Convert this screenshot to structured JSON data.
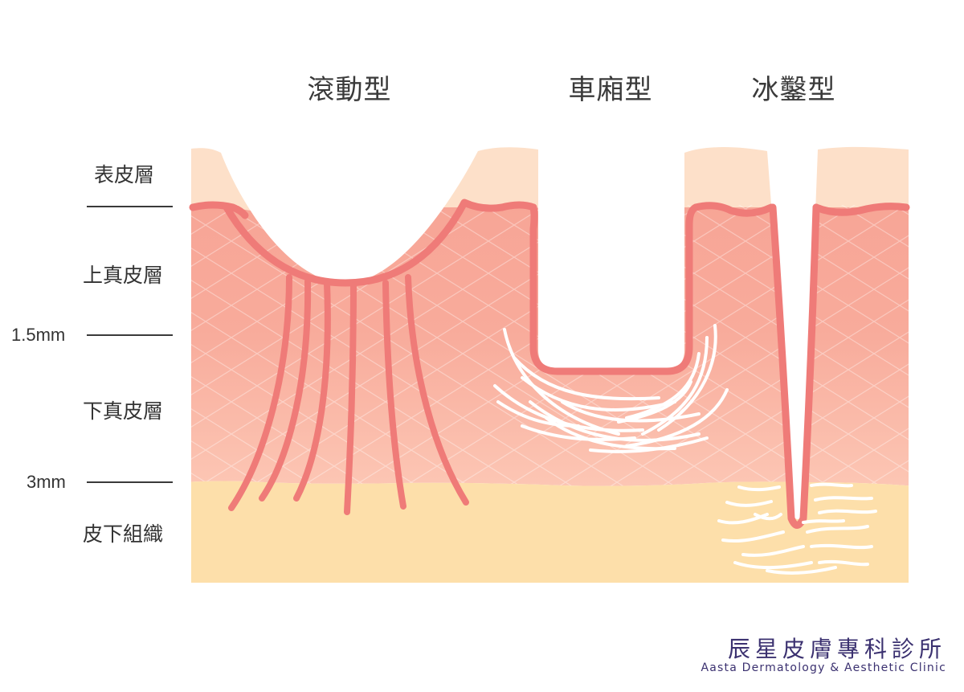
{
  "titles": {
    "rolling": "滾動型",
    "boxcar": "車廂型",
    "icepick": "冰鑿型"
  },
  "layers": {
    "epidermis": "表皮層",
    "upper_dermis": "上真皮層",
    "lower_dermis": "下真皮層",
    "subcutaneous": "皮下組織"
  },
  "depths": {
    "d1": "1.5mm",
    "d2": "3mm"
  },
  "brand": {
    "name_cn": "辰星皮膚專科診所",
    "name_en": "Aasta Dermatology & Aesthetic Clinic"
  },
  "colors": {
    "epidermis": "#fde0c9",
    "upper_dermis": "#f8a99a",
    "lower_dermis": "#fbc0ae",
    "subcutaneous": "#fddfaa",
    "membrane": "#ef7b78",
    "fibers": "#ffffff",
    "brand": "#3b3170"
  }
}
